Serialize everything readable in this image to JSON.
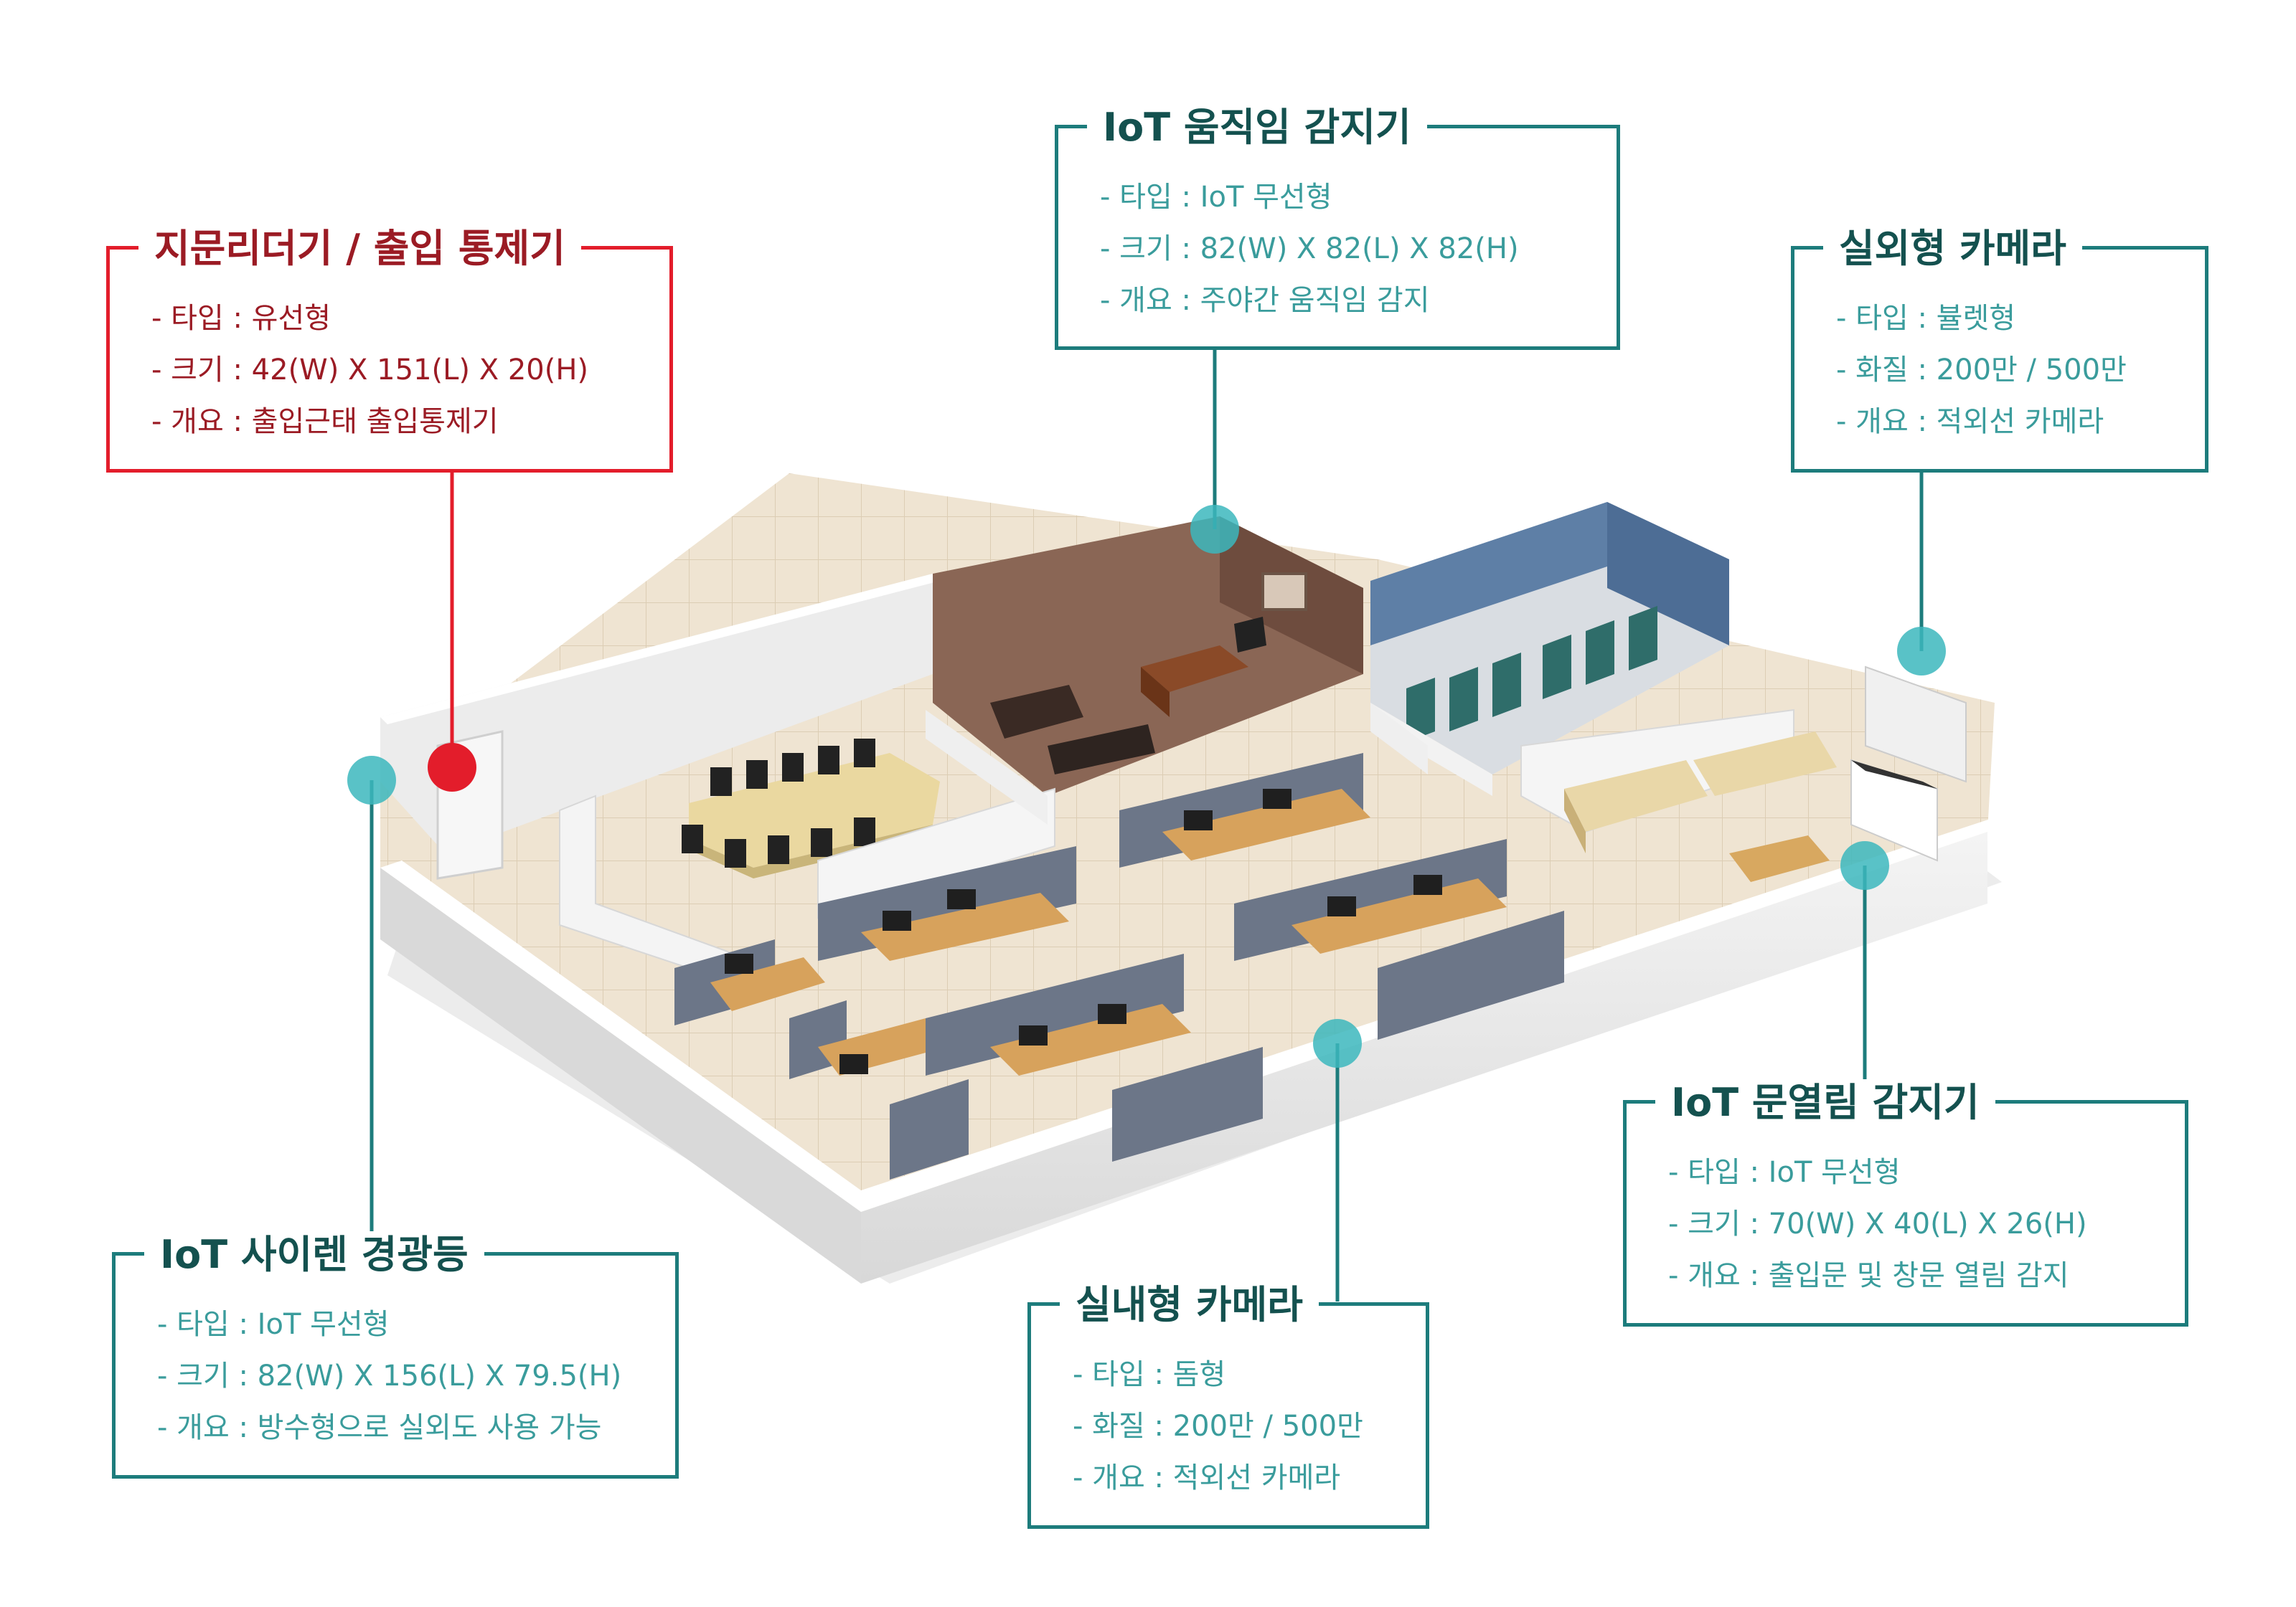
{
  "colors": {
    "red_accent": "#e31d2b",
    "red_text": "#9b1b24",
    "teal_accent": "#1d7c7c",
    "teal_text": "#14514f",
    "teal_light": "#3a9c9c",
    "marker_teal": "#3cb7bd"
  },
  "callouts": {
    "fingerprint": {
      "title": "지문리더기 / 출입 통제기",
      "items": [
        {
          "key": "타입",
          "value": "유선형"
        },
        {
          "key": "크기",
          "value": "42(W) X 151(L) X 20(H)"
        },
        {
          "key": "개요",
          "value": "출입근태 출입통제기"
        }
      ]
    },
    "motion": {
      "title": "IoT 움직임 감지기",
      "items": [
        {
          "key": "타입",
          "value": "IoT 무선형"
        },
        {
          "key": "크기",
          "value": "82(W) X 82(L) X 82(H)"
        },
        {
          "key": "개요",
          "value": "주야간 움직임 감지"
        }
      ]
    },
    "outdoor_camera": {
      "title": "실외형 카메라",
      "items": [
        {
          "key": "타입",
          "value": "뷸렛형"
        },
        {
          "key": "화질",
          "value": "200만 / 500만"
        },
        {
          "key": "개요",
          "value": "적외선 카메라"
        }
      ]
    },
    "door_sensor": {
      "title": "IoT 문열림 감지기",
      "items": [
        {
          "key": "타입",
          "value": "IoT 무선형"
        },
        {
          "key": "크기",
          "value": "70(W) X 40(L) X 26(H)"
        },
        {
          "key": "개요",
          "value": "출입문 및 창문 열림 감지"
        }
      ]
    },
    "indoor_camera": {
      "title": "실내형 카메라",
      "items": [
        {
          "key": "타입",
          "value": "돔형"
        },
        {
          "key": "화질",
          "value": "200만 / 500만"
        },
        {
          "key": "개요",
          "value": "적외선 카메라"
        }
      ]
    },
    "siren": {
      "title": "IoT 사이렌 경광등",
      "items": [
        {
          "key": "타입",
          "value": "IoT 무선형"
        },
        {
          "key": "크기",
          "value": "82(W) X 156(L) X 79.5(H)"
        },
        {
          "key": "개요",
          "value": "방수형으로 실외도 사용 가능"
        }
      ]
    }
  }
}
